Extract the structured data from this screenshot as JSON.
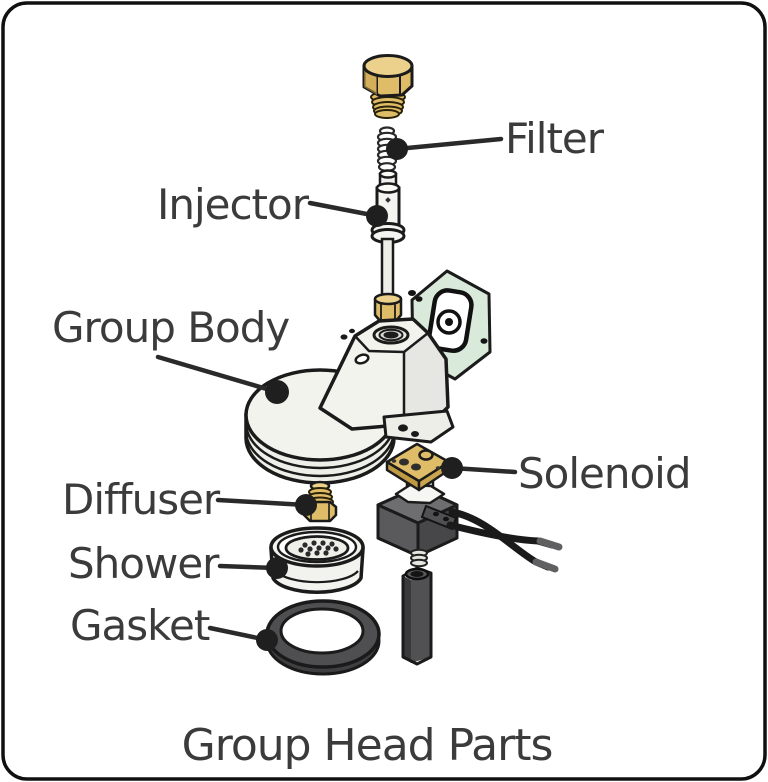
{
  "diagram": {
    "title": "Group Head Parts",
    "labels": {
      "filter": "Filter",
      "injector": "Injector",
      "group_body": "Group Body",
      "diffuser": "Diffuser",
      "shower": "Shower",
      "gasket": "Gasket",
      "solenoid": "Solenoid"
    },
    "parts": [
      "hex-cap-bolt",
      "filter-spring",
      "injector-valve",
      "group-body-casting",
      "mounting-plate",
      "solenoid-valve",
      "diffuser-bolt",
      "shower-screen",
      "gasket-ring",
      "outlet-tube"
    ]
  },
  "colors": {
    "label_text": "#3b3b3b",
    "ink": "#1b1b1b",
    "brass": "#dfbc67",
    "brass_light": "#ecd18c",
    "brass_dark": "#bf9a43",
    "body_white": "#f3f3ee",
    "body_shadow": "#efefe9",
    "plate_green": "#daeada",
    "solenoid_gray_top": "#6e6e70",
    "solenoid_gray": "#5a5a5c",
    "solenoid_gray_dark": "#47474a",
    "gasket_gray": "#4f4f51",
    "tube_gray": "#515153"
  }
}
